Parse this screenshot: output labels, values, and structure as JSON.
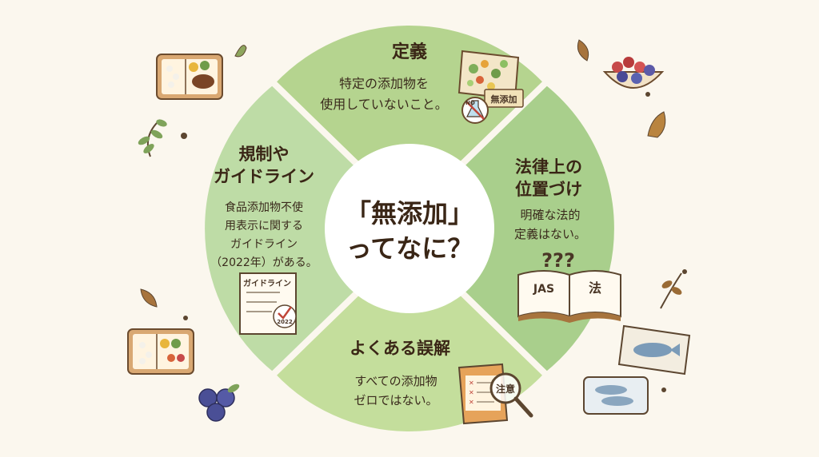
{
  "center": {
    "line1": "「無添加」",
    "line2": "ってなに？"
  },
  "segments": {
    "top": {
      "title": "定義",
      "body": [
        "特定の添加物を",
        "使用していないこと。"
      ]
    },
    "right": {
      "title": [
        "法律上の",
        "位置づけ"
      ],
      "body": [
        "明確な法的",
        "定義はない。"
      ]
    },
    "bottom": {
      "title": "よくある誤解",
      "body": [
        "すべての添加物",
        "ゼロではない。"
      ]
    },
    "left": {
      "title": [
        "規制や",
        "ガイドライン"
      ],
      "body": [
        "食品添加物不使",
        "用表示に関する",
        "ガイドライン",
        "（2022年）がある。"
      ]
    }
  },
  "icon_labels": {
    "no_additive_tag": "無添加",
    "no_sign": "NO",
    "guideline_doc": "ガイドライン",
    "guideline_year": "2022",
    "book_left": "JAS",
    "book_right": "法",
    "question_marks": "???",
    "caution_badge": "注意"
  },
  "colors": {
    "segment_top": "#b5d48f",
    "segment_right": "#a9cf8c",
    "segment_bottom": "#c4de9c",
    "segment_left": "#bedca6",
    "center_fill": "#ffffff",
    "background": "#fbf7ee"
  }
}
